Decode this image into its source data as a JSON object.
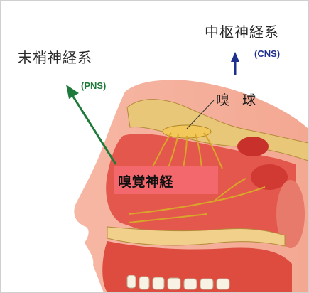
{
  "labels": {
    "cns": "中枢神経系",
    "cns_abbr": "(CNS)",
    "pns": "末梢神経系",
    "pns_abbr": "(PNS)",
    "olfactory_bulb": "嗅 球",
    "olfactory_nerve": "嗅覚神経"
  },
  "colors": {
    "cns_arrow": "#1f2f8f",
    "pns_arrow": "#1e7a3a",
    "nerve_highlight": "#f2686d",
    "bone": "#e8c878",
    "tissue": "#e85a4f"
  }
}
